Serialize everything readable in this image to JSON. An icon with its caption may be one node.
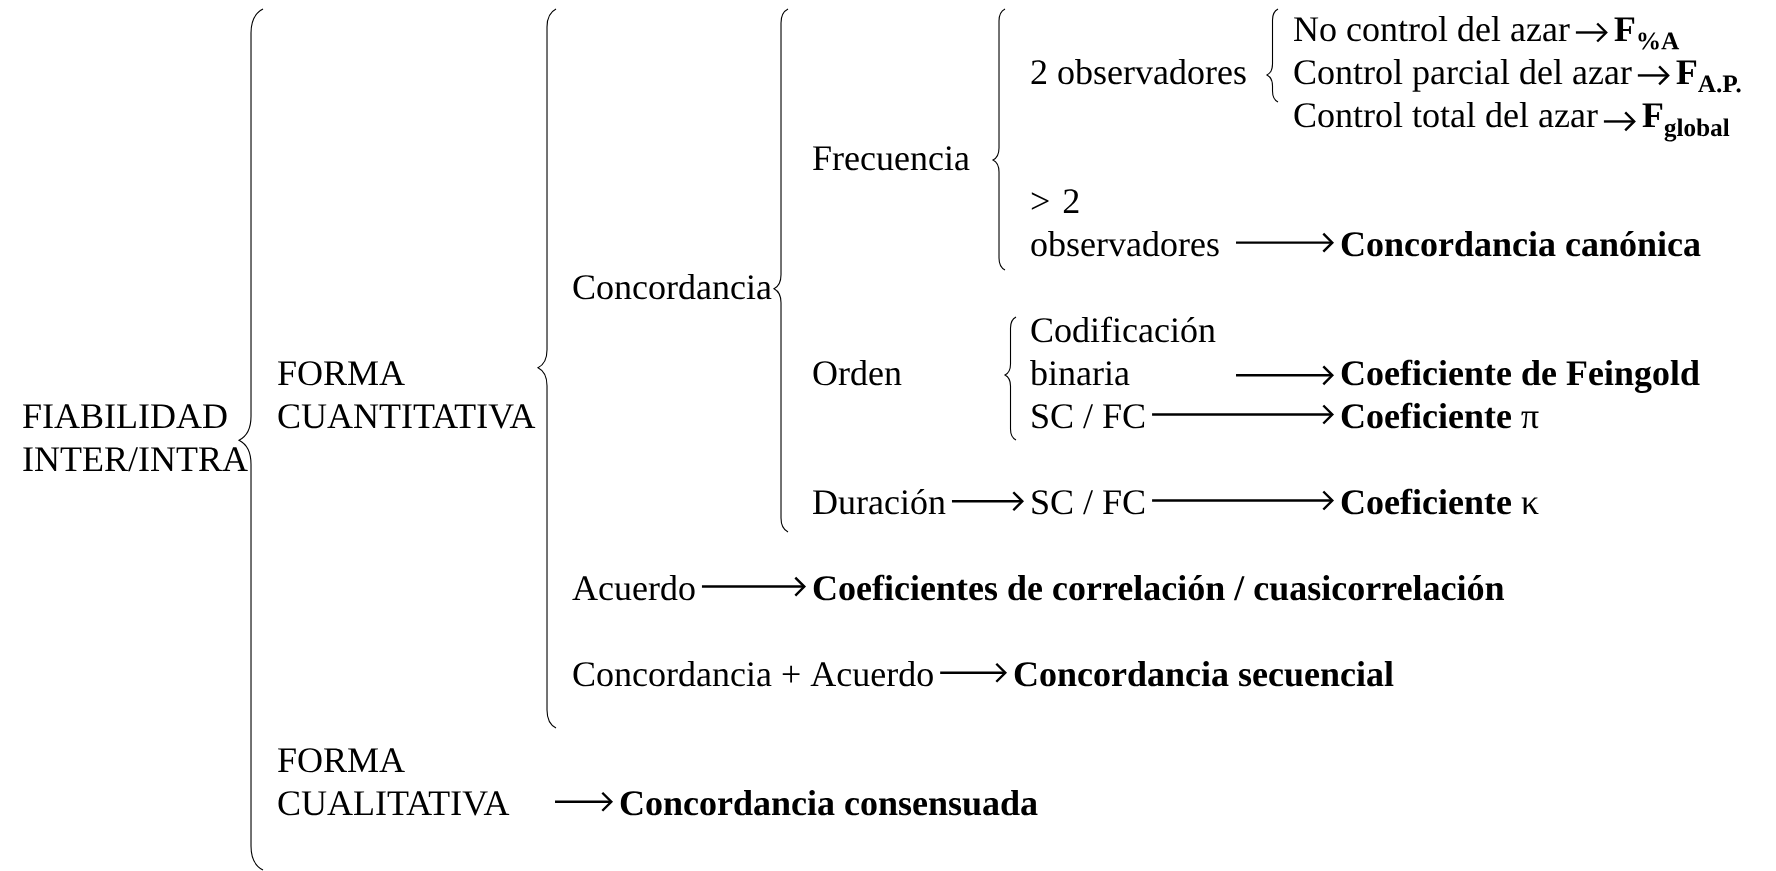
{
  "diagram": {
    "nodes": [
      {
        "text": [
          "No control del azar"
        ]
      },
      {
        "text": [
          "F$_{%A}$"
        ]
      },
      {
        "text": [
          "Control parcial del azar"
        ]
      },
      {
        "text": [
          "F$_{A.P.}$"
        ]
      },
      {
        "text": [
          "Control total del azar"
        ]
      },
      {
        "text": [
          "F$_{global}$"
        ]
      },
      {
        "text": [
          "> 2 observadores"
        ]
      },
      {
        "text": [
          "Concordancia canónica"
        ]
      },
      {
        "text": [
          "Codificación binaria"
        ]
      },
      {
        "text": [
          "Coeficiente de Feingold"
        ]
      },
      {
        "text": [
          "SC / FC"
        ]
      },
      {
        "text": [
          "**Coeficiente** π"
        ]
      },
      {
        "text": [
          "Duración"
        ]
      },
      {
        "text": [
          "SC / FC"
        ]
      },
      {
        "text": [
          "**Coeficiente** κ"
        ]
      },
      {
        "text": [
          "Acuerdo"
        ]
      },
      {
        "text": [
          "Coeficientes de correlación / cuasicorrelación"
        ]
      },
      {
        "text": [
          "Concordancia + Acuerdo"
        ]
      },
      {
        "text": [
          "Concordancia secuencial"
        ]
      },
      {
        "text": [
          "FORMA CUALITATIVA"
        ]
      },
      {
        "text": [
          "Concordancia consensuada"
        ]
      }
    ],
    "edges": [
      {
        "from": 0,
        "to": 1,
        "arrow": "to"
      },
      {
        "from": 2,
        "to": 3,
        "arrow": "to"
      },
      {
        "from": 4,
        "to": 5,
        "arrow": "to"
      },
      {
        "from": 6,
        "to": 7,
        "arrow": "to"
      },
      {
        "from": 8,
        "to": 9,
        "arrow": "to"
      },
      {
        "from": 10,
        "to": 11,
        "arrow": "to"
      },
      {
        "from": 12,
        "to": 13,
        "arrow": "to"
      },
      {
        "from": 13,
        "to": 14,
        "arrow": "to"
      },
      {
        "from": 15,
        "to": 16,
        "arrow": "to"
      },
      {
        "from": 17,
        "to": 18,
        "arrow": "to"
      },
      {
        "from": 19,
        "to": 20,
        "arrow": "to"
      }
    ],
    "labels": [
      "FIABILIDAD INTER/INTRA",
      "FORMA CUANTITATIVA",
      "Concordancia",
      "Frecuencia",
      "2 observadores",
      "Orden"
    ]
  }
}
